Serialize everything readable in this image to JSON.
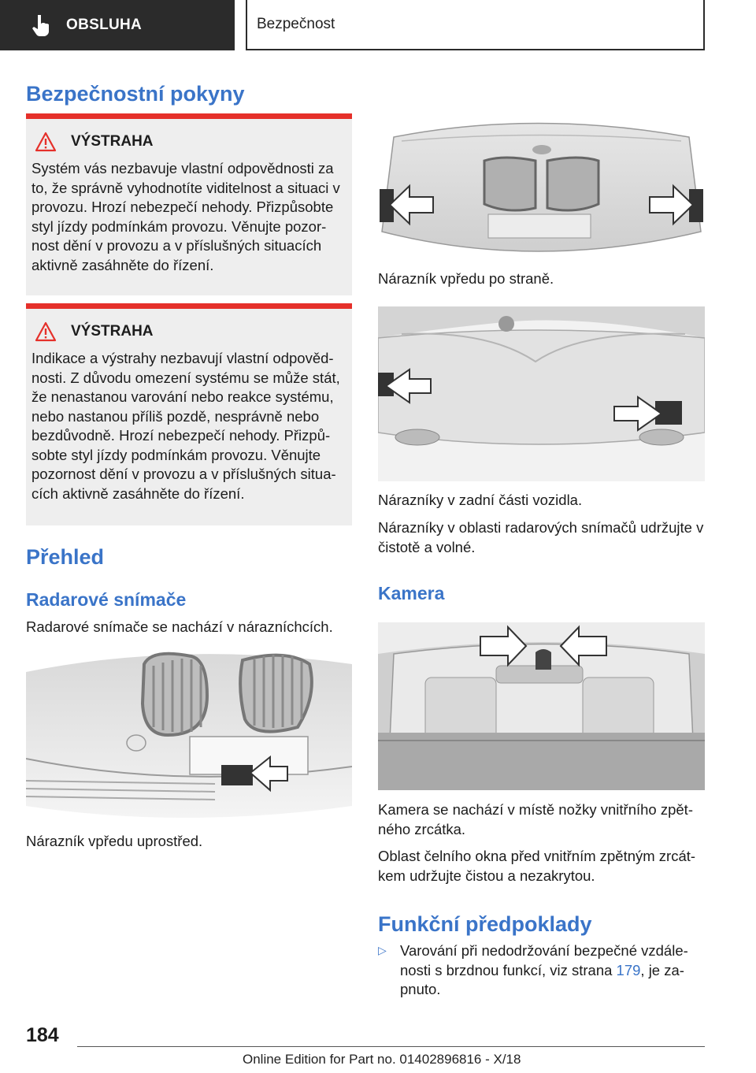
{
  "header": {
    "section_tab": "OBSLUHA",
    "chapter_tab": "Bezpečnost"
  },
  "left": {
    "title": "Bezpečnostní pokyny",
    "warning1": {
      "label": "VÝSTRAHA",
      "text": "Systém vás nezbavuje vlastní odpovědnosti za to, že správně vyhodnotíte viditelnost a situaci v provozu. Hrozí nebezpečí nehody. Přizpůsobte styl jízdy podmínkám provozu. Věnujte pozor­nost dění v provozu a v příslušných situacích aktivně zasáhněte do řízení."
    },
    "warning2": {
      "label": "VÝSTRAHA",
      "text": "Indikace a výstrahy nezbavují vlastní odpověd­nosti. Z důvodu omezení systému se může stát, že nenastanou varování nebo reakce systému, nebo nastanou příliš pozdě, nesprávně nebo bezdůvodně. Hrozí nebezpečí nehody. Přizpů­sobte styl jízdy podmínkám provozu. Věnujte pozornost dění v provozu a v příslušných situa­cích aktivně zasáhněte do řízení."
    },
    "overview_title": "Přehled",
    "radar_title": "Radarové snímače",
    "radar_text": "Radarové snímače se nachází v nárazních­cích.",
    "front_center_caption": "Nárazník vpředu uprostřed."
  },
  "right": {
    "front_side_caption": "Nárazník vpředu po straně.",
    "rear_caption": "Nárazníky v zadní části vozidla.",
    "rear_text": "Nárazníky v oblasti radarových snímačů udržujte v čistotě a volné.",
    "camera_title": "Kamera",
    "camera_caption": "Kamera se nachází v místě nožky vnitřního zpět­ného zrcátka.",
    "camera_text": "Oblast čelního okna před vnitřním zpětným zrcát­kem udržujte čistou a nezakrytou.",
    "prereq_title": "Funkční předpoklady",
    "bullet_pre": "Varování při nedodržování bezpečné vzdále­nosti s brzdnou funkcí, viz strana ",
    "bullet_link": "179",
    "bullet_post": ", je za­pnuto."
  },
  "footer": {
    "page_number": "184",
    "edition": "Online Edition for Part no. 01402896816 - X/18"
  },
  "icons": {
    "section": "hand-pointer-icon",
    "warning": "warning-triangle-icon",
    "bullet": "triangle-bullet-icon"
  },
  "colors": {
    "accent": "#3a74c8",
    "warning": "#e5302a",
    "warning_bg": "#eeeeee",
    "header_dark": "#2b2b2b"
  }
}
